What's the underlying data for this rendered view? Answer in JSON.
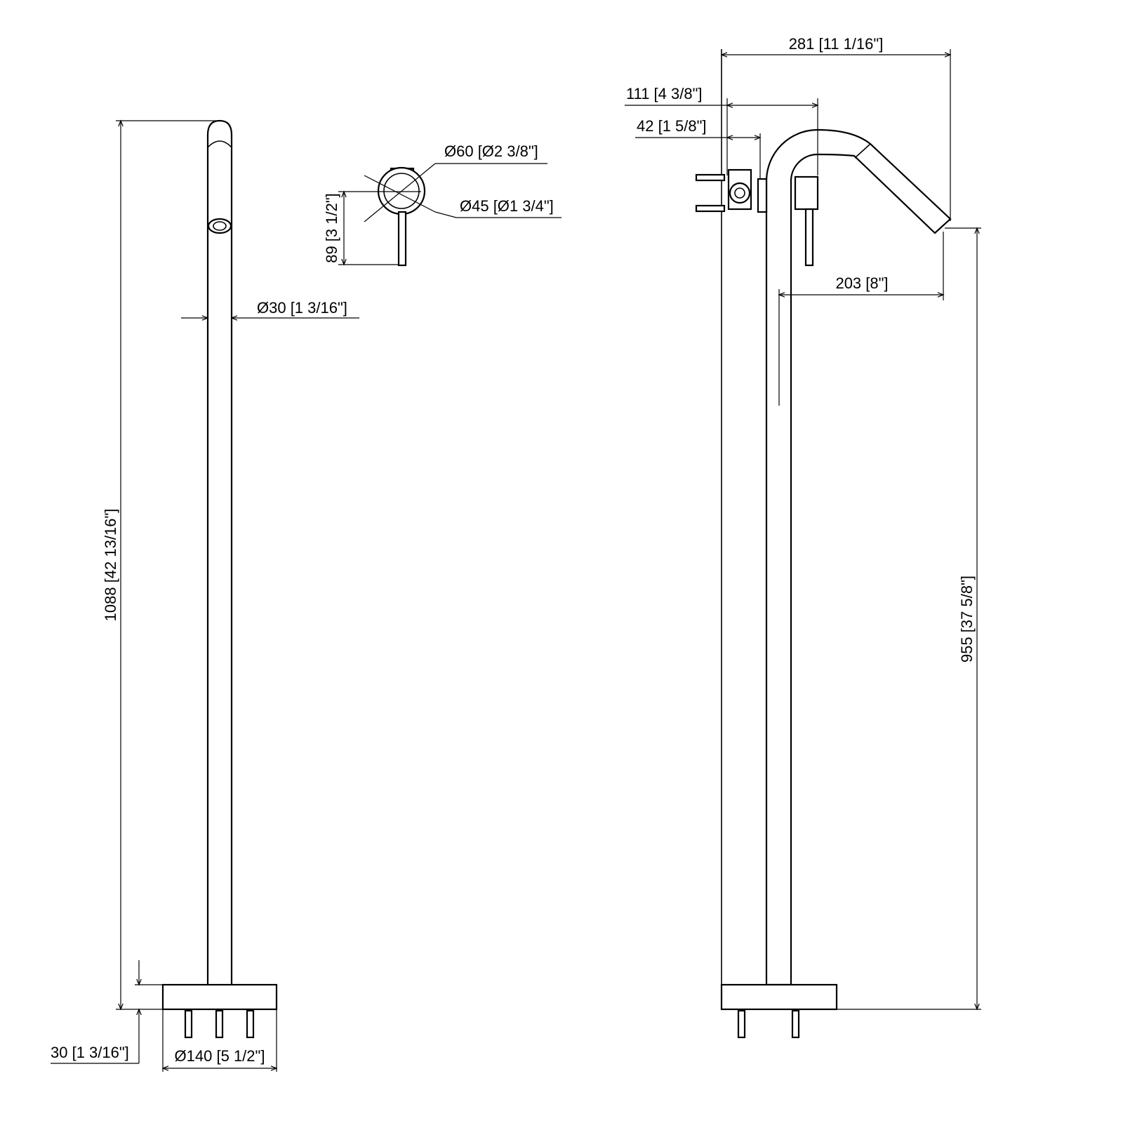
{
  "drawing": {
    "front_view": {
      "height_total": "1088 [42 13/16\"]",
      "base_height": "30 [1 3/16\"]",
      "pipe_diameter": "Ø30 [1 3/16\"]",
      "base_diameter": "Ø140 [5 1/2\"]"
    },
    "handle_detail": {
      "outer_diameter": "Ø60 [Ø2 3/8\"]",
      "inner_diameter": "Ø45 [Ø1 3/4\"]",
      "handle_length": "89 [3 1/2\"]"
    },
    "side_view": {
      "spout_reach_total": "281 [11 1/16\"]",
      "handle_offset": "111 [4 3/8\"]",
      "valve_offset": "42 [1 5/8\"]",
      "spout_reach": "203 [8\"]",
      "spout_height": "955 [37 5/8\"]"
    }
  }
}
